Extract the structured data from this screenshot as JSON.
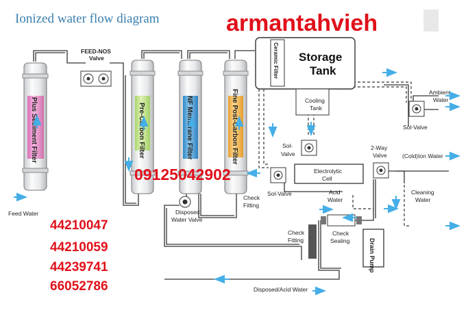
{
  "title": "Ionized water flow diagram",
  "brand": "armantahvieh",
  "mobile": "09125042902",
  "phones": [
    "44210047",
    "44210059",
    "44239741",
    "66052786"
  ],
  "labels": {
    "feed_nos_valve": [
      "FEED-NOS",
      "Valve"
    ],
    "feed_water": "Feed Water",
    "plus_sediment": "Plus Sediment Filter",
    "pre_carbon": "Pre-Carbon Filter",
    "nf_membrane": "NF Membrane Filter",
    "fine_post_carbon": "Fine Post-Carbon Filter",
    "ceramic_filter": "Ceramic Filter",
    "storage_tank": [
      "Storage",
      "Tank"
    ],
    "cooling_tank": [
      "Cooling",
      "Tank"
    ],
    "ambient_water": [
      "Ambient",
      "Water"
    ],
    "sol_valve_right": "Sol-Valve",
    "sol_valve_top": [
      "Sol-",
      "Valve"
    ],
    "sol_valve_left": "Sol-Valve",
    "electrolytic_cell": [
      "Electrolytic",
      "Cell"
    ],
    "two_way_valve": [
      "2-Way",
      "Valve"
    ],
    "cold_ion_water": "(Cold)Ion Water",
    "acid_water": [
      "Acid",
      "Water"
    ],
    "cleaning_water": [
      "Cleaning",
      "Water"
    ],
    "check_fitting_mid": [
      "Check",
      "Fitting"
    ],
    "disposed_water_valve": [
      "Disposed",
      "Water Valve"
    ],
    "check_fitting_low": [
      "Check",
      "Fitting"
    ],
    "check_sealing": [
      "Check",
      "Sealing"
    ],
    "drain_pump": "Drain Pump",
    "disposed_acid_water": "Disposed/Acid Water"
  },
  "colors": {
    "title": "#3a7fae",
    "brand": "#e0101a",
    "arrow": "#45aee6",
    "sediment_band": "#e58bc8",
    "carbon_band": "#bfe08a",
    "membrane_band": "#4fa5dc",
    "post_carbon_band": "#f3b64a"
  }
}
